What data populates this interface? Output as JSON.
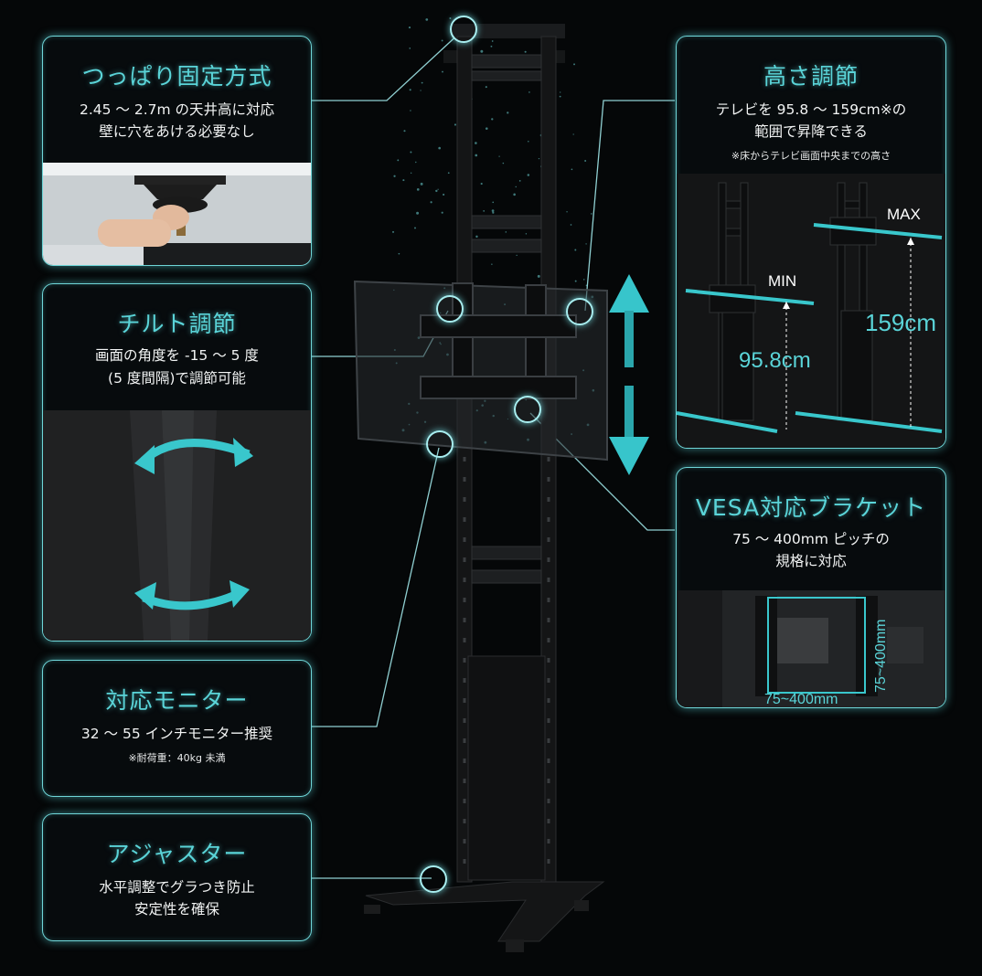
{
  "panels": {
    "ceiling": {
      "title": "つっぱり固定方式",
      "desc1": "2.45 〜 2.7m の天井高に対応",
      "desc2": "壁に穴をあける必要なし"
    },
    "tilt": {
      "title": "チルト調節",
      "desc1": "画面の角度を -15 〜 5 度",
      "desc2": "(5 度間隔)で調節可能"
    },
    "monitor": {
      "title": "対応モニター",
      "desc1": "32 〜 55 インチモニター推奨",
      "note": "※耐荷重：40kg 未満"
    },
    "adjuster": {
      "title": "アジャスター",
      "desc1": "水平調整でグラつき防止",
      "desc2": "安定性を確保"
    },
    "height": {
      "title": "高さ調節",
      "desc1": "テレビを 95.8 〜 159cm※の",
      "desc2": "範囲で昇降できる",
      "note": "※床からテレビ画面中央までの高さ",
      "label_min": "MIN",
      "label_max": "MAX",
      "value_min": "95.8cm",
      "value_max": "159cm"
    },
    "vesa": {
      "title": "VESA対応ブラケット",
      "desc1": "75 〜 400mm ピッチの",
      "desc2": "規格に対応",
      "dim_h": "75~400mm",
      "dim_v": "75~400mm"
    }
  },
  "colors": {
    "accent": "#5ad4d8",
    "border": "#6fd6d8",
    "background": "#050708"
  }
}
